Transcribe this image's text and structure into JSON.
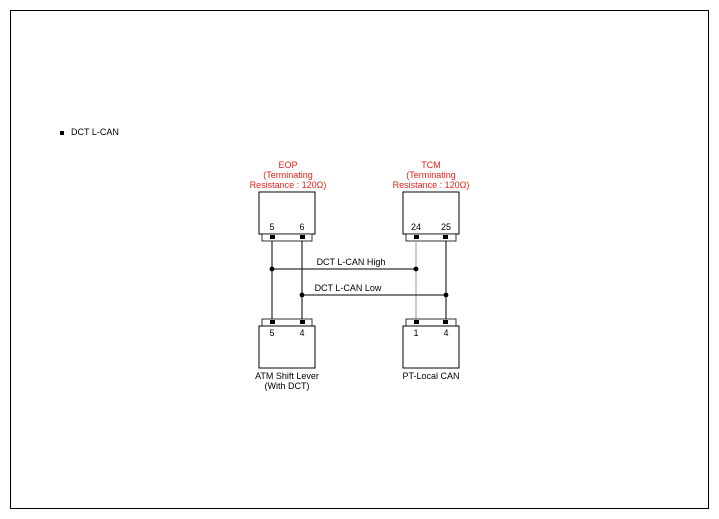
{
  "section": {
    "title": "DCT L-CAN"
  },
  "colors": {
    "red_label": "#e8221a",
    "wire": "#000000",
    "wire_gray": "#999999"
  },
  "components": {
    "eop": {
      "name": "EOP",
      "line2": "(Terminating",
      "line3": "Resistance : 120Ω)",
      "pins": [
        "5",
        "6"
      ]
    },
    "tcm": {
      "name": "TCM",
      "line2": "(Terminating",
      "line3": "Resistance : 120Ω)",
      "pins": [
        "24",
        "25"
      ]
    },
    "atm": {
      "line1": "ATM Shift Lever",
      "line2": "(With DCT)",
      "pins": [
        "5",
        "4"
      ]
    },
    "ptcan": {
      "line1": "PT-Local CAN",
      "pins": [
        "1",
        "4"
      ]
    }
  },
  "wires": {
    "high": "DCT L-CAN High",
    "low": "DCT L-CAN Low"
  }
}
